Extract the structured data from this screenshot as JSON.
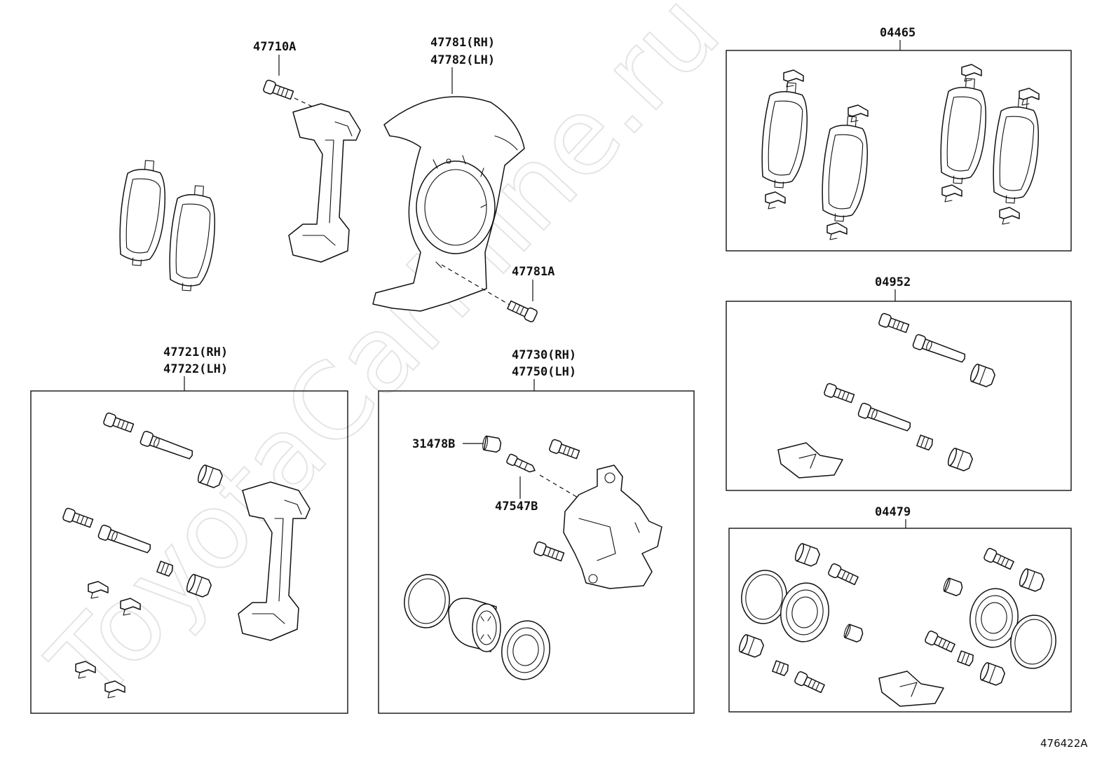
{
  "diagram": {
    "watermark": "ToyotaCarMine.ru",
    "figure_code": "476422A",
    "labels": {
      "l_47710A": "47710A",
      "l_47781_rh": "47781(RH)",
      "l_47782_lh": "47782(LH)",
      "l_47781A": "47781A",
      "l_47721_rh": "47721(RH)",
      "l_47722_lh": "47722(LH)",
      "l_47730_rh": "47730(RH)",
      "l_47750_lh": "47750(LH)",
      "l_31478B": "31478B",
      "l_47547B": "47547B",
      "l_04465": "04465",
      "l_04952": "04952",
      "l_04479": "04479"
    }
  }
}
